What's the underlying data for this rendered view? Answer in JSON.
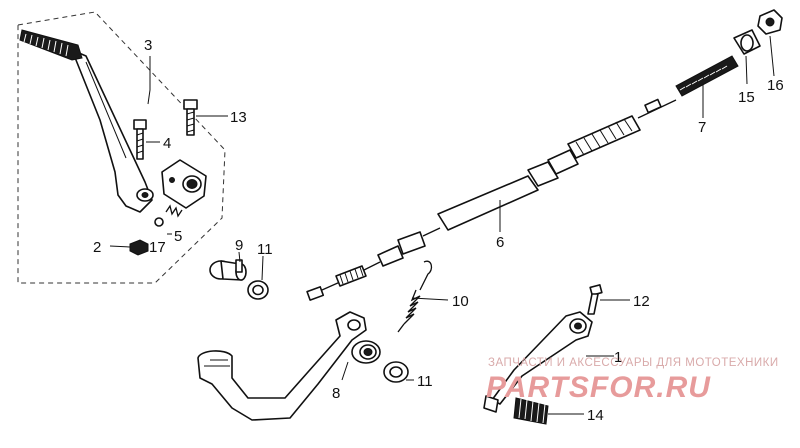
{
  "callouts": {
    "c1": "1",
    "c2": "2",
    "c3": "3",
    "c4": "4",
    "c5": "5",
    "c6": "6",
    "c7": "7",
    "c8": "8",
    "c9": "9",
    "c10": "10",
    "c11a": "11",
    "c11b": "11",
    "c12": "12",
    "c13": "13",
    "c14": "14",
    "c15": "15",
    "c16": "16",
    "c17": "17"
  },
  "watermark": {
    "top": "ЗАПЧАСТИ И АКСЕССУАРЫ ДЛЯ МОТОТЕХНИКИ",
    "brand": "PARTSFOR.RU",
    "color": "#e79b9b"
  }
}
